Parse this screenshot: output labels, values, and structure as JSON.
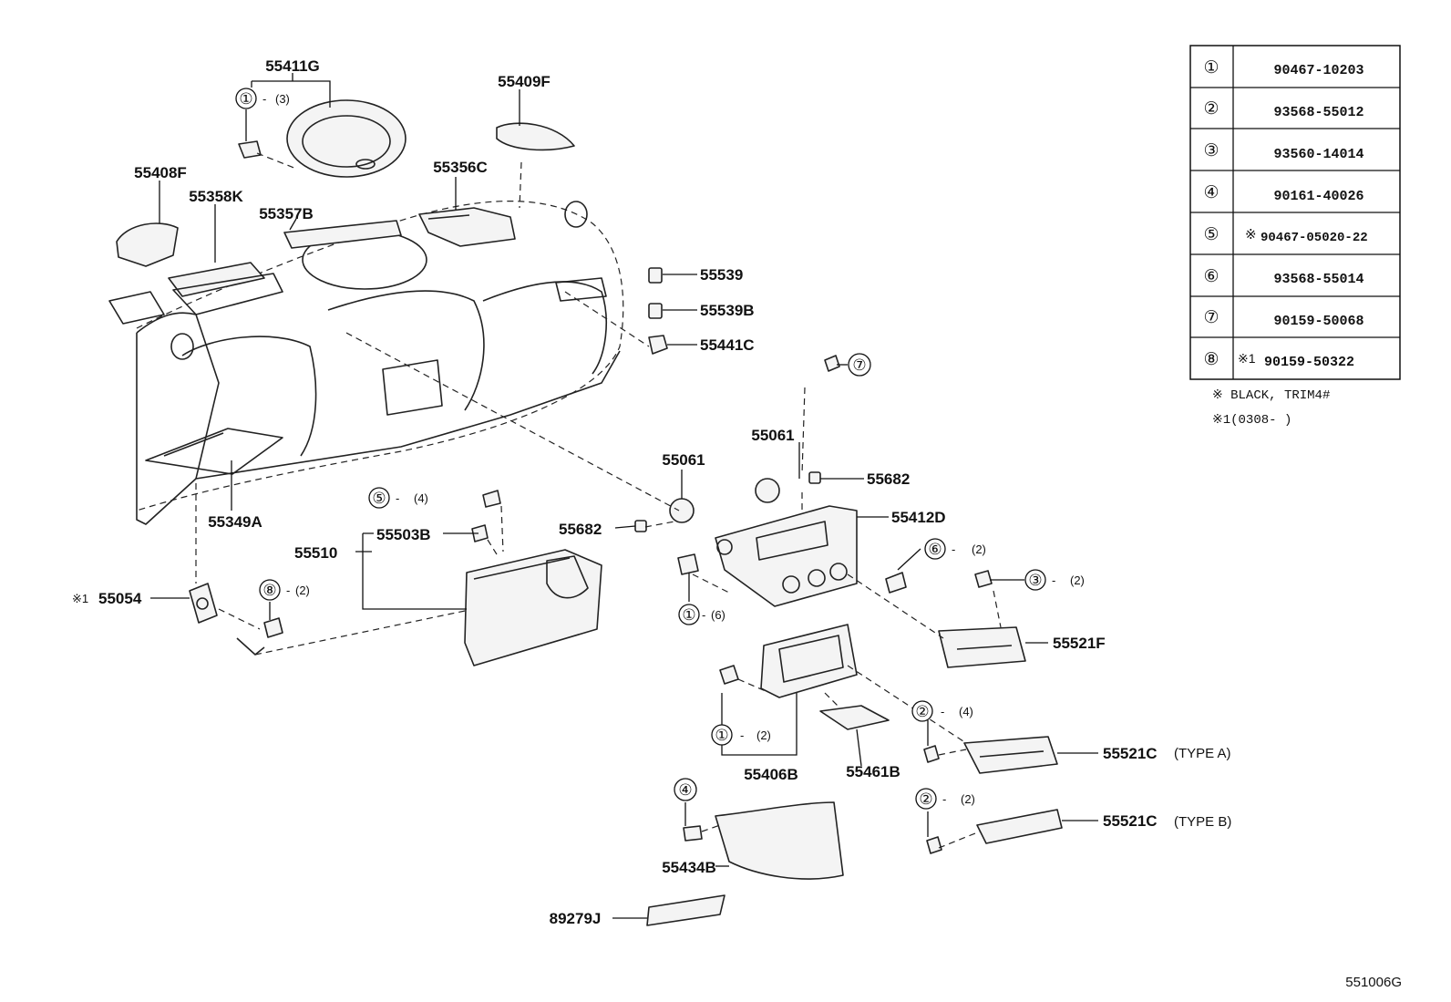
{
  "parts": {
    "p55411g": "55411G",
    "p55409f": "55409F",
    "p55408f": "55408F",
    "p55358k": "55358K",
    "p55357b": "55357B",
    "p55356c": "55356C",
    "p55539": "55539",
    "p55539b": "55539B",
    "p55441c": "55441C",
    "p55349a": "55349A",
    "p55061_a": "55061",
    "p55061_b": "55061",
    "p55682_a": "55682",
    "p55682_b": "55682",
    "p55412d": "55412D",
    "p55510": "55510",
    "p55503b": "55503B",
    "p55054": "55054",
    "p55521f": "55521F",
    "p55406b": "55406B",
    "p55461b": "55461B",
    "p55521c_a": "55521C",
    "p55521c_b": "55521C",
    "p55434b": "55434B",
    "p89279j": "89279J"
  },
  "variants": {
    "type_a": "(TYPE  A)",
    "type_b": "(TYPE  B)"
  },
  "callouts": {
    "c1_top": {
      "num": "①",
      "qty": "(3)"
    },
    "c5": {
      "num": "⑤",
      "qty": "(4)"
    },
    "c8": {
      "num": "⑧",
      "qty": "(2)"
    },
    "c7": {
      "num": "⑦",
      "qty": ""
    },
    "c6": {
      "num": "⑥",
      "qty": "(2)"
    },
    "c3": {
      "num": "③",
      "qty": "(2)"
    },
    "c1_mid": {
      "num": "①",
      "qty": "(6)"
    },
    "c2_mid": {
      "num": "②",
      "qty": "(4)"
    },
    "c1_low": {
      "num": "①",
      "qty": "(2)"
    },
    "c2_low": {
      "num": "②",
      "qty": "(2)"
    },
    "c4": {
      "num": "④",
      "qty": ""
    }
  },
  "marks": {
    "star1": "※1"
  },
  "fastener_table": [
    {
      "ref": "①",
      "mark": "",
      "part": "90467-10203"
    },
    {
      "ref": "②",
      "mark": "",
      "part": "93568-55012"
    },
    {
      "ref": "③",
      "mark": "",
      "part": "93560-14014"
    },
    {
      "ref": "④",
      "mark": "",
      "part": "90161-40026"
    },
    {
      "ref": "⑤",
      "mark": "※",
      "part": "90467-05020-22"
    },
    {
      "ref": "⑥",
      "mark": "",
      "part": "93568-55014"
    },
    {
      "ref": "⑦",
      "mark": "",
      "part": "90159-50068"
    },
    {
      "ref": "⑧",
      "mark": "※1",
      "part": "90159-50322"
    }
  ],
  "notes": {
    "note1": "※  BLACK, TRIM4#",
    "note2": "※1(0308-       )"
  },
  "diagram_id": "551006G"
}
